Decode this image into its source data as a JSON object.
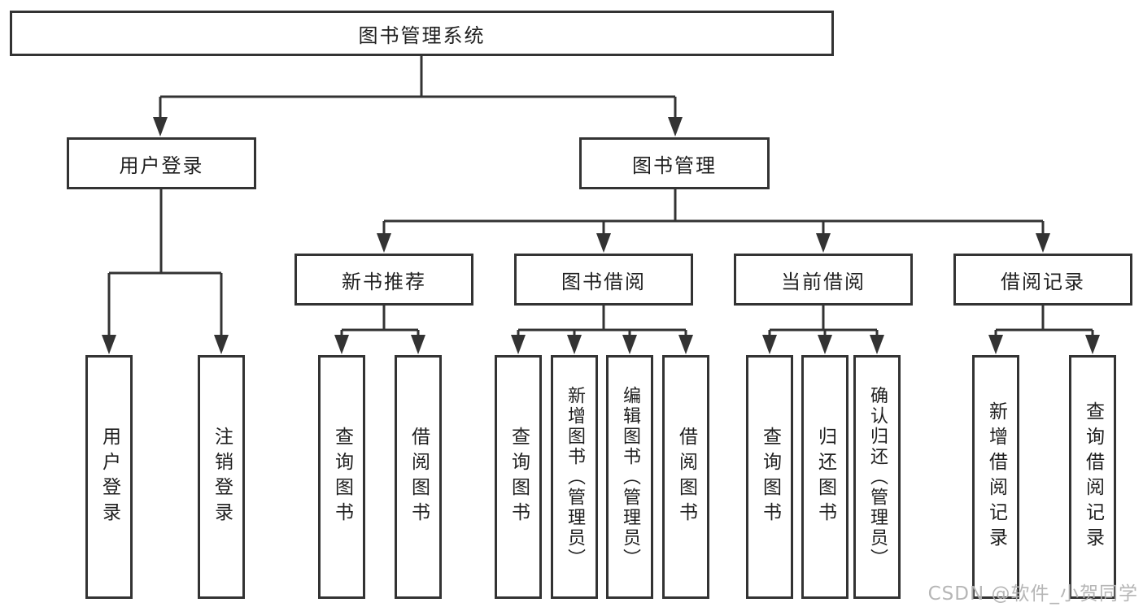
{
  "colors": {
    "background": "#ffffff",
    "line": "#333333",
    "box_border": "#333333",
    "text": "#1f1f1f",
    "watermark": "#b2b2b2"
  },
  "watermark": {
    "text": "CSDN @软件_小贺同学"
  },
  "tree": {
    "root": {
      "label": "图书管理系统"
    },
    "branches": [
      {
        "label": "用户登录",
        "children": [
          {
            "label": "用户登录"
          },
          {
            "label": "注销登录"
          }
        ]
      },
      {
        "label": "图书管理",
        "children": [
          {
            "label": "新书推荐",
            "children": [
              {
                "label": "查询图书"
              },
              {
                "label": "借阅图书"
              }
            ]
          },
          {
            "label": "图书借阅",
            "children": [
              {
                "label": "查询图书"
              },
              {
                "label": "新增图书（管理员）"
              },
              {
                "label": "编辑图书（管理员）"
              },
              {
                "label": "借阅图书"
              }
            ]
          },
          {
            "label": "当前借阅",
            "children": [
              {
                "label": "查询图书"
              },
              {
                "label": "归还图书"
              },
              {
                "label": "确认归还（管理员）"
              }
            ]
          },
          {
            "label": "借阅记录",
            "children": [
              {
                "label": "新增借阅记录"
              },
              {
                "label": "查询借阅记录"
              }
            ]
          }
        ]
      }
    ]
  }
}
